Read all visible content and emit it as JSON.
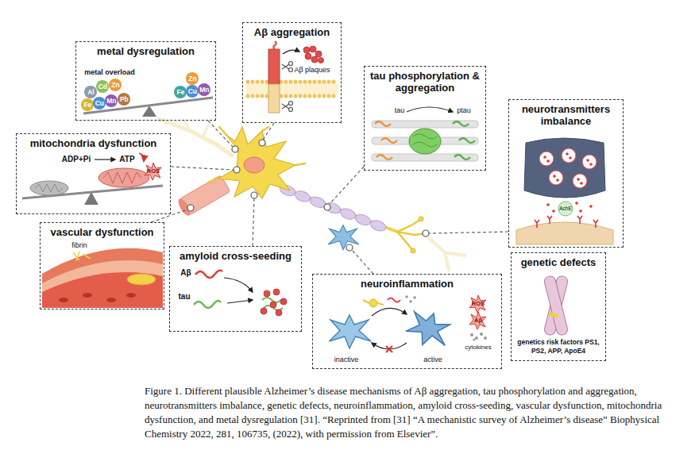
{
  "diagram": {
    "caption": "Figure 1. Different plausible Alzheimer’s disease mechanisms of Aβ aggregation, tau phosphorylation and aggregation, neurotransmitters imbalance, genetic defects, neuroinflammation, amyloid cross-seeding, vascular dysfunction, mitochondria dysfunction, and metal dysregulation [31]. “Reprinted from [31] “A mechanistic survey of Alzheimer’s disease” Biophysical Chemistry 2022, 281, 106735, (2022), with permission from Elsevier”.",
    "nodes": [
      {
        "text": [
          "metal dysregulation"
        ]
      },
      {
        "text": [
          "Al"
        ],
        "in": 0
      },
      {
        "text": [
          "Cd"
        ],
        "in": 0
      },
      {
        "text": [
          "Zn"
        ],
        "in": 0
      },
      {
        "text": [
          "Fe"
        ],
        "in": 0
      },
      {
        "text": [
          "Cu"
        ],
        "in": 0
      },
      {
        "text": [
          "Mn"
        ],
        "in": 0
      },
      {
        "text": [
          "Pb"
        ],
        "in": 0
      },
      {
        "text": [
          "Zn"
        ],
        "in": 0
      },
      {
        "text": [
          "Fe"
        ],
        "in": 0
      },
      {
        "text": [
          "Cu"
        ],
        "in": 0
      },
      {
        "text": [
          "Mn"
        ],
        "in": 0
      },
      {
        "text": [
          "Aβ aggregation"
        ]
      },
      {
        "text": [
          "tau phosphorylation & aggregation"
        ]
      },
      {
        "text": [
          "neurotransmitters imbalance"
        ]
      },
      {
        "text": [
          "mitochondria dysfunction"
        ]
      },
      {
        "text": [
          "vascular dysfunction"
        ]
      },
      {
        "text": [
          "amyloid cross-seeding"
        ]
      },
      {
        "text": [
          "neuroinflammation"
        ]
      },
      {
        "text": [
          "genetic defects",
          "genetics risk factors PS1, PS2, APP, ApoE4"
        ]
      }
    ],
    "labels": [
      "metal overload",
      "Aβ plaques",
      "tau",
      "ptau",
      "ADP+Pi",
      "ATP",
      "ROS",
      "AchE",
      "fibrin",
      "Aβ",
      "tau",
      "ROS",
      "Aβ",
      "cytokines",
      "inactive",
      "active"
    ]
  }
}
